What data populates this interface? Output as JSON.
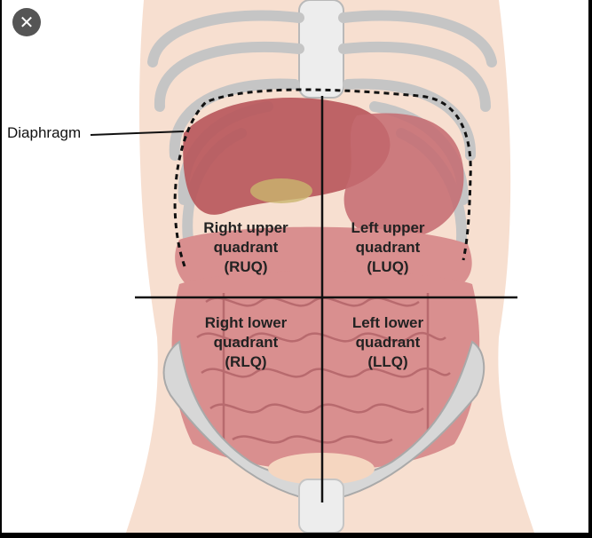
{
  "ui": {
    "close_icon": "close-icon",
    "close_glyph": "✕"
  },
  "diagram": {
    "diaphragm_label": "Diaphragm",
    "quadrants": [
      {
        "id": "ruq",
        "lines": [
          "Right upper",
          "quadrant",
          "(RUQ)"
        ]
      },
      {
        "id": "luq",
        "lines": [
          "Left upper",
          "quadrant",
          "(LUQ)"
        ]
      },
      {
        "id": "rlq",
        "lines": [
          "Right lower",
          "quadrant",
          "(RLQ)"
        ]
      },
      {
        "id": "llq",
        "lines": [
          "Left lower",
          "quadrant",
          "(LLQ)"
        ]
      }
    ]
  },
  "colors": {
    "skin": "#f7dfd0",
    "bone": "#ededed",
    "bone_stroke": "#b9b9b9",
    "liver": "#b7555a",
    "intestine": "#d98f8f",
    "intestine_dark": "#b86a6e",
    "pelvis": "#d7d7d7",
    "line": "#111111"
  }
}
